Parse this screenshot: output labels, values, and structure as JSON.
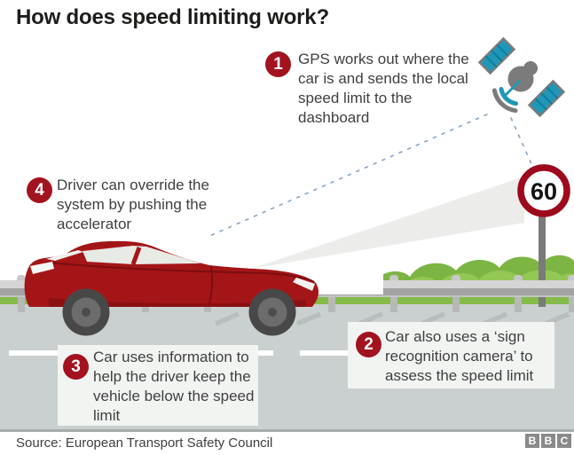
{
  "title": "How does speed limiting work?",
  "callouts": {
    "c1": {
      "num": "1",
      "text": "GPS works out where the car is and sends the local speed limit to the dashboard"
    },
    "c2": {
      "num": "2",
      "text": "Car also uses a ‘sign recognition camera’ to assess the speed limit"
    },
    "c3": {
      "num": "3",
      "text": "Car uses information to help the driver keep the vehicle below the speed limit"
    },
    "c4": {
      "num": "4",
      "text": "Driver can override the system by pushing the accelerator"
    }
  },
  "sign": {
    "speed_limit": "60"
  },
  "footer": {
    "source": "Source: European Transport Safety Council",
    "logo_letters": [
      "B",
      "B",
      "C"
    ]
  },
  "colors": {
    "accent_red": "#a3121f",
    "car_red": "#a41518",
    "teal": "#2097b6",
    "road_gray": "#c9d0cf",
    "grass_green": "#85bb4a",
    "sign_ring_red": "#9c0a1c"
  }
}
